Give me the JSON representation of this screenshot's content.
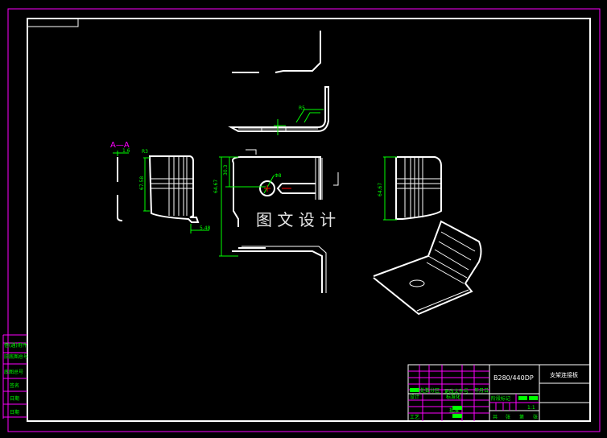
{
  "drawing": {
    "section_label": "A—A",
    "watermark": "图 文 设 计",
    "dimensions": [
      "1.6",
      "R3",
      "67.58",
      "5.48",
      "64.67",
      "30.3",
      "Φ8",
      "64.67"
    ]
  },
  "side_table": {
    "rows": [
      "借(通)用件",
      "旧底图总号",
      "底图总号",
      "签名",
      "日期"
    ]
  },
  "title_block": {
    "drawing_number": "B280/440DP",
    "part_name": "支架连接板",
    "revision_headers": [
      "标记",
      "处数",
      "分区",
      "更改文件号",
      "签名",
      "年月日"
    ],
    "left_labels": [
      "设计",
      "标准化",
      "审核",
      "工艺",
      "批准"
    ],
    "stage_headers": [
      "阶段标记",
      "重量",
      "比例"
    ],
    "scale": "1:1",
    "sheet_text": [
      "共",
      "张",
      "第",
      "张"
    ]
  },
  "colors": {
    "frame": "#ffffff",
    "dimension": "#00ff00",
    "table_lines": "#ff00ff",
    "center_marks": "#ff0000",
    "section_label": "#ff00ff"
  }
}
